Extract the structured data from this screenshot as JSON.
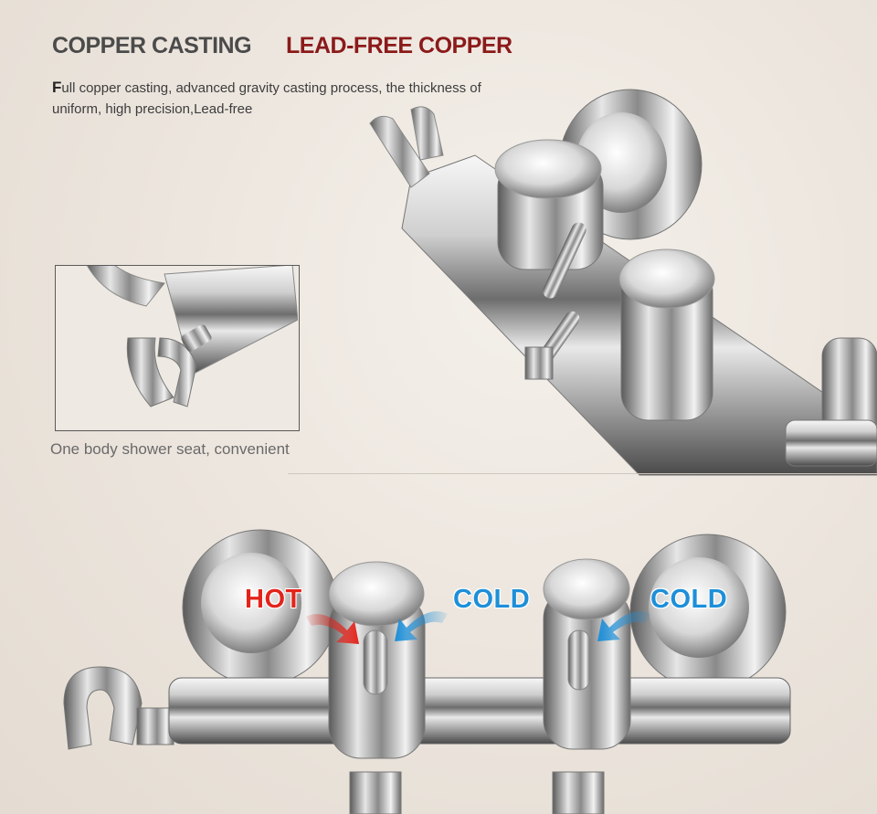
{
  "header": {
    "title_left": "COPPER CASTING",
    "title_right": "LEAD-FREE COPPER",
    "title_left_color": "#4b4b4b",
    "title_right_color": "#8b1a1a"
  },
  "description": {
    "first_letter": "F",
    "text": "ull copper casting, advanced gravity casting process, the thickness of uniform, high precision,Lead-free"
  },
  "inset": {
    "caption": "One body shower seat, convenient"
  },
  "labels": {
    "hot": "HOT",
    "cold_1": "COLD",
    "cold_2": "COLD",
    "hot_color": "#e3241b",
    "cold_color": "#1e8fd8"
  }
}
